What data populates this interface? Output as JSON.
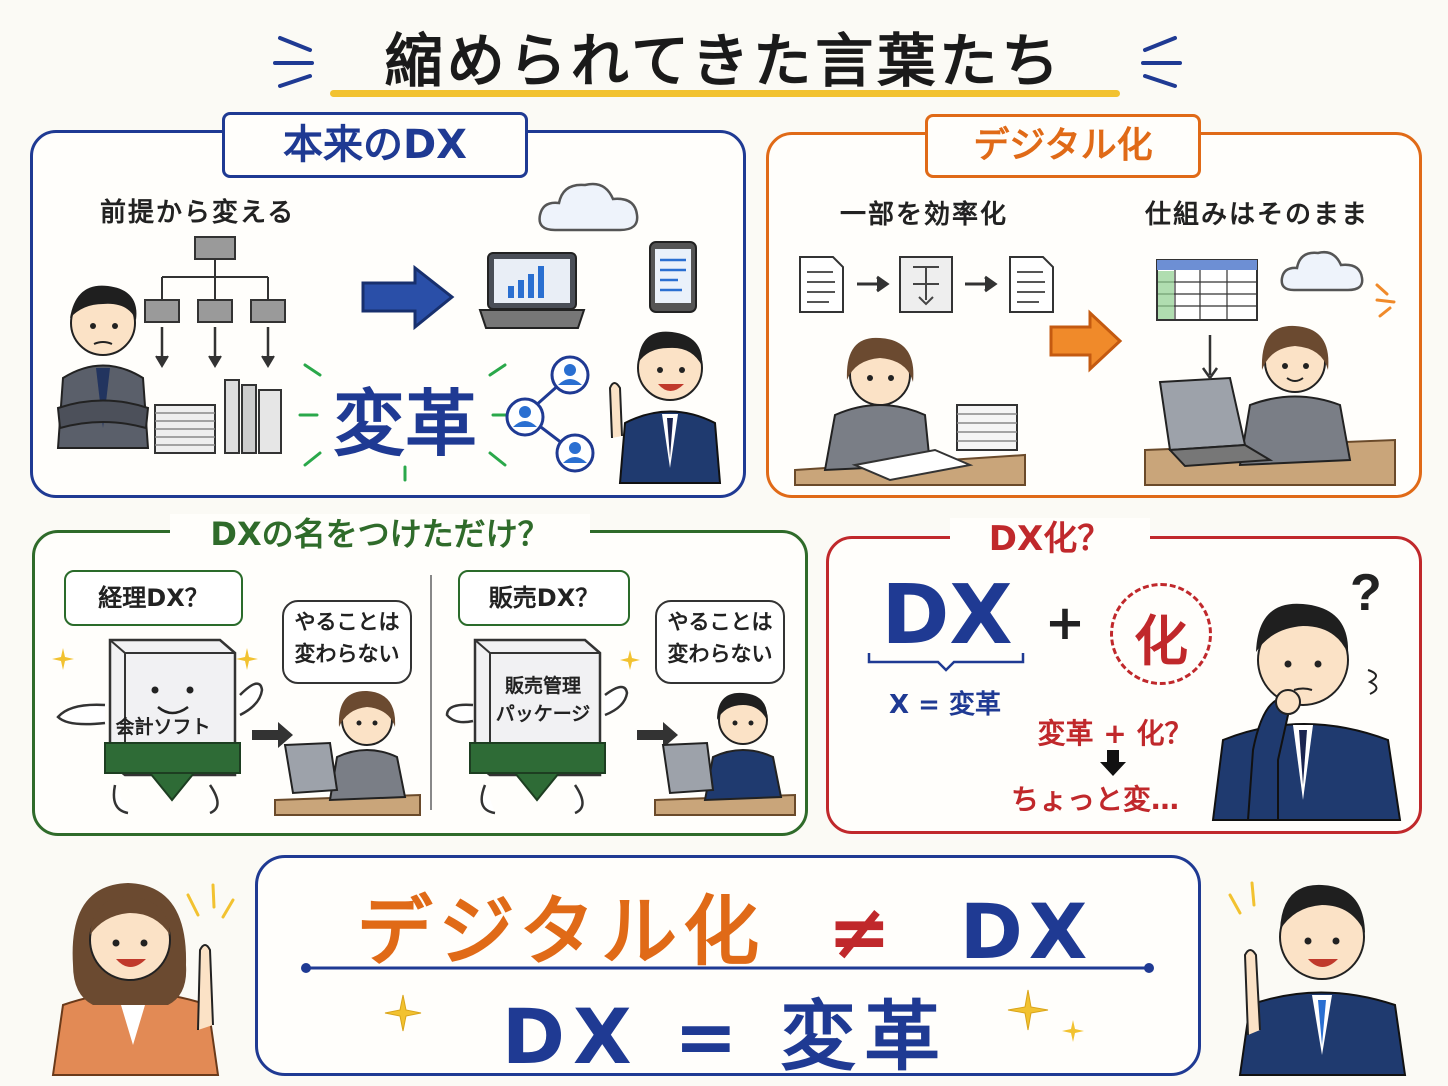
{
  "title": "縮められてきた言葉たち",
  "panels": {
    "true_dx": {
      "label": "本来のDX",
      "caption": "前提から変える",
      "big_word": "変革"
    },
    "digitization": {
      "label": "デジタル化",
      "caption_left": "一部を効率化",
      "caption_right": "仕組みはそのまま"
    },
    "name_only": {
      "label": "DXの名をつけただけ？",
      "left_tag": "経理DX？",
      "left_box": "会計ソフト",
      "left_bubble": [
        "やることは",
        "変わらない"
      ],
      "right_tag": "販売DX？",
      "right_box": [
        "販売管理",
        "パッケージ"
      ],
      "right_bubble": [
        "やることは",
        "変わらない"
      ]
    },
    "dx_ka": {
      "label": "DX化？",
      "dx_big": "DX",
      "plus": "+",
      "ka": "化",
      "x_equals": "X = 変革",
      "henkaku_plus_ka": "変革 + 化？",
      "odd": "ちょっと変…"
    }
  },
  "conclusion": {
    "left_term": "デジタル化",
    "neq": "≠",
    "right_term": "DX",
    "line2": "DX = 変革"
  },
  "colors": {
    "navy": "#1f3a93",
    "orange": "#e06a17",
    "green": "#2f6b2a",
    "red": "#c0282b",
    "yellow": "#f2c230"
  },
  "icons": [
    "cloud-icon",
    "laptop-icon",
    "tablet-icon",
    "person-icon",
    "document-icon",
    "arrow-icon",
    "sparkle-icon",
    "question-icon"
  ]
}
